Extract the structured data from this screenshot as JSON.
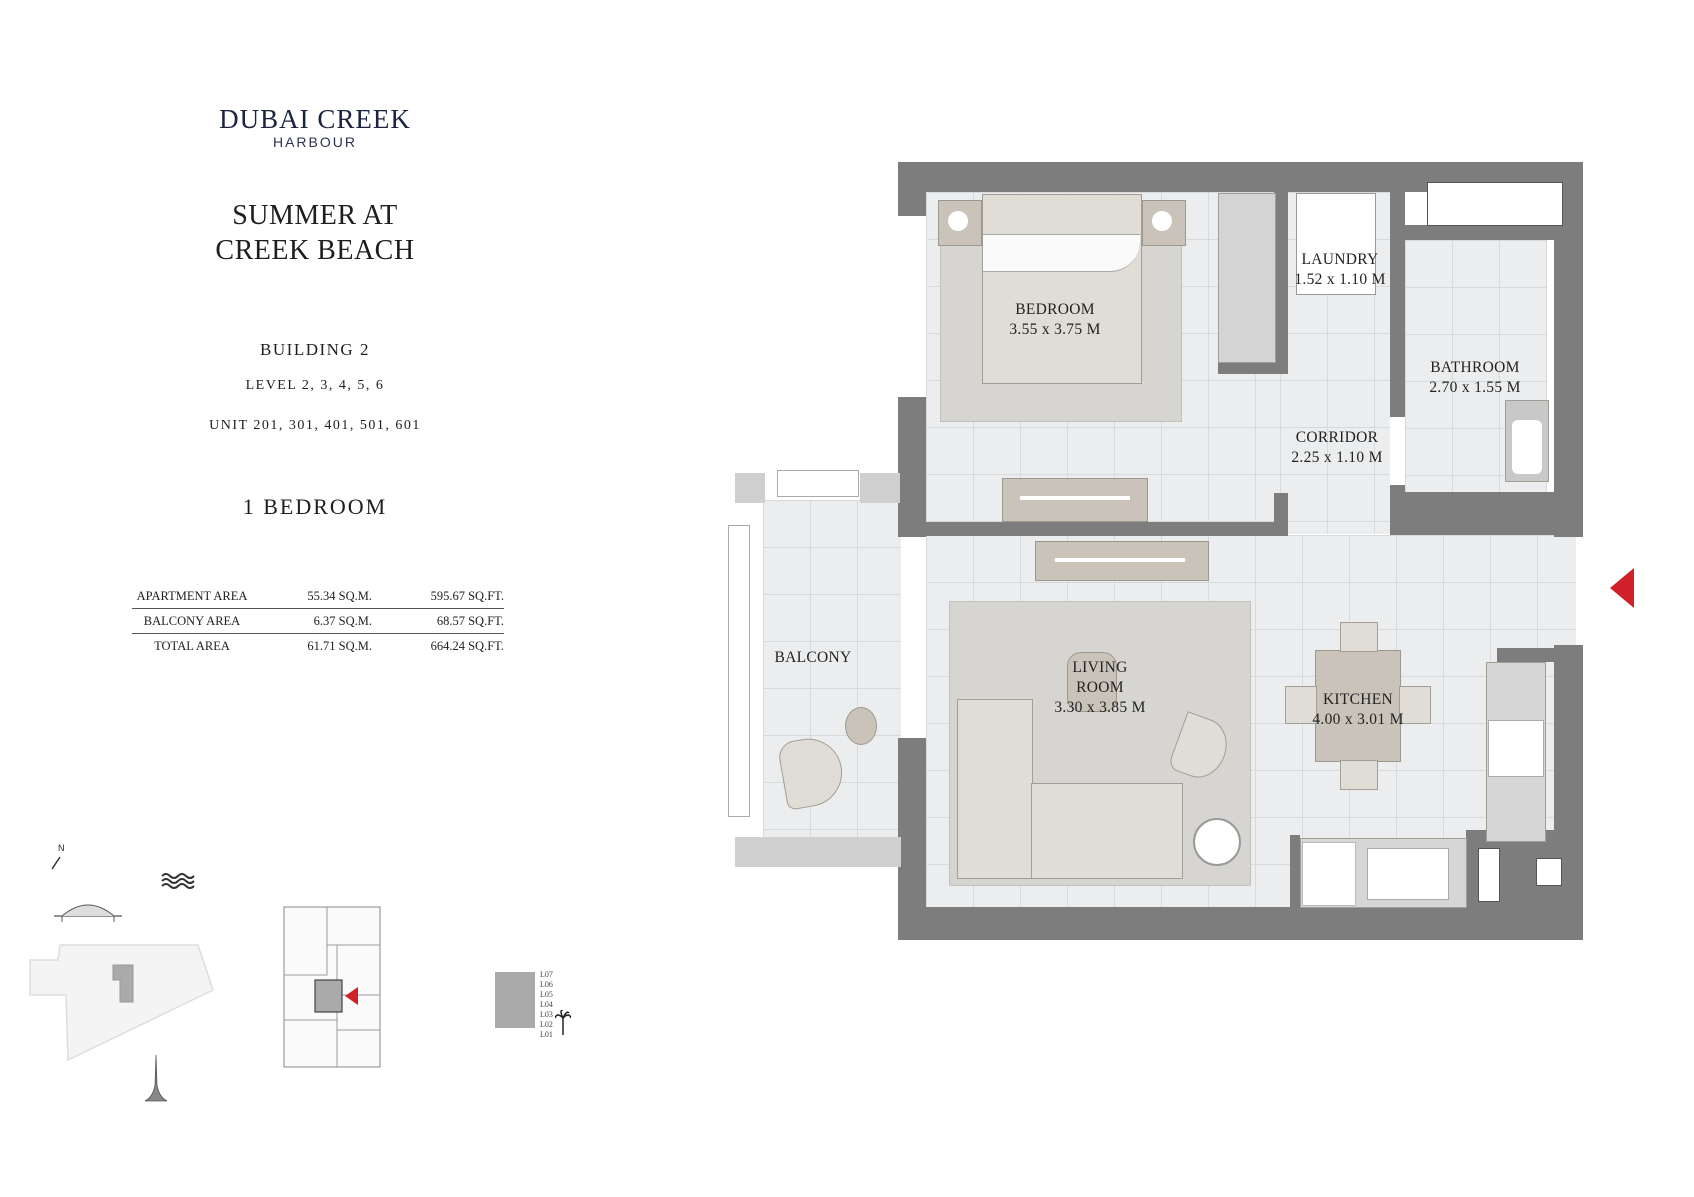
{
  "brand": {
    "line1": "DUBAI CREEK",
    "line2": "HARBOUR"
  },
  "project": {
    "line1": "SUMMER AT",
    "line2": "CREEK BEACH"
  },
  "building": "BUILDING 2",
  "levels": "LEVEL 2, 3, 4, 5, 6",
  "units": "UNIT 201, 301, 401, 501, 601",
  "unit_type": "1 BEDROOM",
  "area_table": [
    {
      "label": "APARTMENT AREA",
      "sqm": "55.34 SQ.M.",
      "sqft": "595.67 SQ.FT."
    },
    {
      "label": "BALCONY AREA",
      "sqm": "6.37 SQ.M.",
      "sqft": "68.57 SQ.FT."
    },
    {
      "label": "TOTAL AREA",
      "sqm": "61.71 SQ.M.",
      "sqft": "664.24 SQ.FT."
    }
  ],
  "rooms": {
    "bedroom": {
      "name": "BEDROOM",
      "dims": "3.55 x 3.75 M"
    },
    "laundry": {
      "name": "LAUNDRY",
      "dims": "1.52 x 1.10 M"
    },
    "bathroom": {
      "name": "BATHROOM",
      "dims": "2.70 x 1.55 M"
    },
    "corridor": {
      "name": "CORRIDOR",
      "dims": "2.25 x 1.10 M"
    },
    "living": {
      "name1": "LIVING",
      "name2": "ROOM",
      "dims": "3.30 x 3.85 M"
    },
    "kitchen": {
      "name": "KITCHEN",
      "dims": "4.00 x 3.01 M"
    },
    "balcony": {
      "name": "BALCONY"
    }
  },
  "north_label": "N",
  "level_key": [
    "L07",
    "L06",
    "L05",
    "L04",
    "L03",
    "L02",
    "L01"
  ],
  "colors": {
    "wall": "#7d7d7d",
    "accent_red": "#d0202a",
    "brand_navy": "#1a2340",
    "furniture": "#c9c3b9"
  },
  "icons": [
    "entrance-arrow-icon",
    "north-arrow-icon",
    "water-waves-icon",
    "bridge-icon",
    "tower-icon",
    "palm-tree-icon"
  ]
}
